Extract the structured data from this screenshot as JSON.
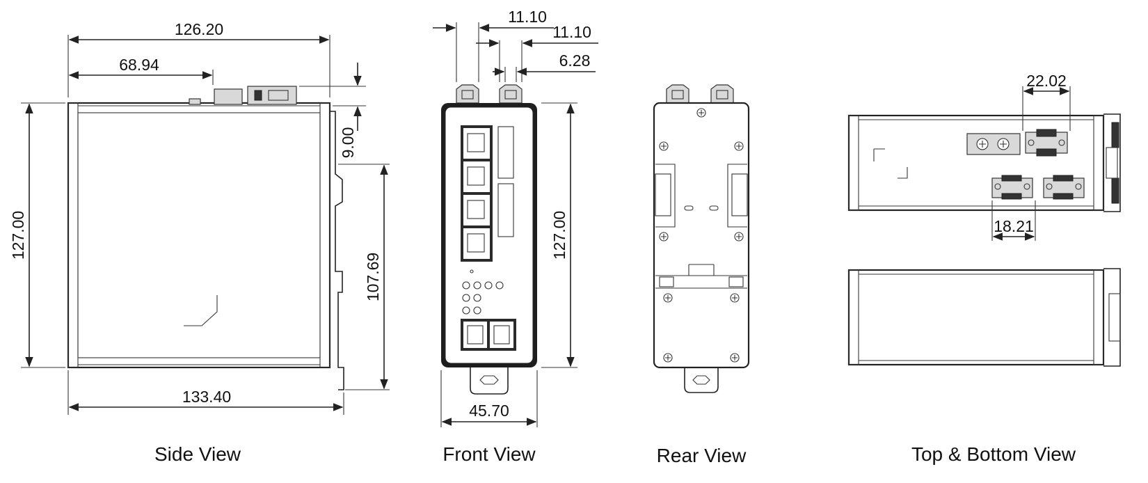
{
  "views": {
    "side": {
      "caption": "Side View",
      "dims": {
        "overall_width": "126.20",
        "connector_offset": "68.94",
        "height": "127.00",
        "connector_height": "9.00",
        "rail_height": "107.69",
        "depth": "133.40"
      }
    },
    "front": {
      "caption": "Front View",
      "dims": {
        "clip_a": "11.10",
        "clip_b": "11.10",
        "clip_c": "6.28",
        "height": "127.00",
        "width": "45.70"
      }
    },
    "rear": {
      "caption": "Rear View"
    },
    "top_bottom": {
      "caption": "Top & Bottom View",
      "dims": {
        "top_connector": "22.02",
        "bottom_connector": "18.21"
      }
    }
  },
  "colors": {
    "line": "#222222",
    "background": "#ffffff"
  }
}
